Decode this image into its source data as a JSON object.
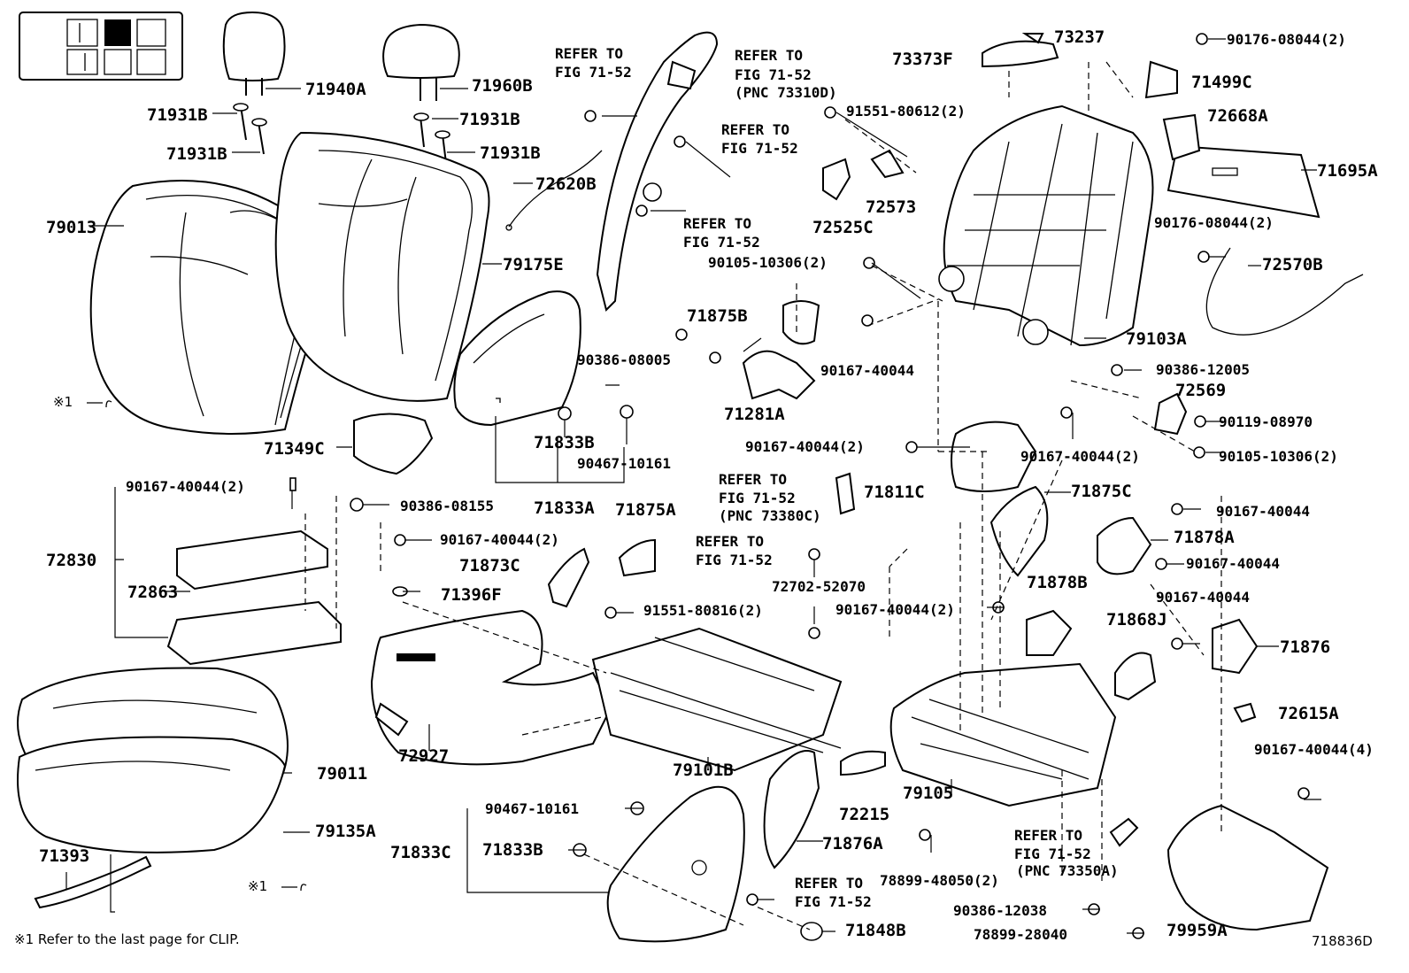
{
  "legend_box": {
    "filled_index": 2
  },
  "labels": {
    "p71940A": "71940A",
    "p71960B": "71960B",
    "p71931B_1": "71931B",
    "p71931B_2": "71931B",
    "p71931B_3": "71931B",
    "p71931B_4": "71931B",
    "p79013": "79013",
    "p79175E": "79175E",
    "p72620B": "72620B",
    "p71349C": "71349C",
    "p72830": "72830",
    "p72863": "72863",
    "p90167_40044_2a": "90167-40044(2)",
    "p90386_08155": "90386-08155",
    "p90167_40044_2b": "90167-40044(2)",
    "p71396F": "71396F",
    "p71873C": "71873C",
    "p71875A": "71875A",
    "p71833B_1": "71833B",
    "p90467_10161_1": "90467-10161",
    "p71833A": "71833A",
    "p90386_08005": "90386-08005",
    "p71875B": "71875B",
    "p90167_40044_a": "90167-40044",
    "p71281A": "71281A",
    "p91551_80816": "91551-80816(2)",
    "p72927": "72927",
    "p79101B": "79101B",
    "p79011": "79011",
    "p79135A": "79135A",
    "p71393": "71393",
    "p90467_10161_2": "90467-10161",
    "p71833C": "71833C",
    "p71833B_2": "71833B",
    "p71876A": "71876A",
    "p71848B": "71848B",
    "p72215": "72215",
    "p79105": "79105",
    "p78899_48050": "78899-48050(2)",
    "p90386_12038": "90386-12038",
    "p78899_28040": "78899-28040",
    "p79959A": "79959A",
    "p72615A": "72615A",
    "p90167_40044_4": "90167-40044(4)",
    "p71876": "71876",
    "p90167_40044_b": "90167-40044",
    "p71868J": "71868J",
    "p71878A": "71878A",
    "p90167_40044_c": "90167-40044",
    "p71878B": "71878B",
    "p90167_40044_2c": "90167-40044(2)",
    "p72702_52070": "72702-52070",
    "p71875C": "71875C",
    "p90167_40044_d": "90167-40044",
    "p71811C": "71811C",
    "p90167_40044_2d": "90167-40044(2)",
    "p90167_40044_2e": "90167-40044(2)",
    "p90105_10306_2a": "90105-10306(2)",
    "p90119_08970": "90119-08970",
    "p72569": "72569",
    "p90386_12005": "90386-12005",
    "p79103A": "79103A",
    "p72570B": "72570B",
    "p90176_08044_2a": "90176-08044(2)",
    "p71695A": "71695A",
    "p72668A": "72668A",
    "p71499C": "71499C",
    "p90176_08044_2b": "90176-08044(2)",
    "p73237": "73237",
    "p73373F": "73373F",
    "p91551_80612": "91551-80612(2)",
    "p72573": "72573",
    "p72525C": "72525C",
    "p90105_10306_2b": "90105-10306(2)"
  },
  "refer_notes": {
    "r1_l1": "REFER TO",
    "r1_l2": "FIG 71-52",
    "r2_l1": "REFER TO",
    "r2_l2": "FIG 71-52",
    "r2_l3": "(PNC 73310D)",
    "r3_l1": "REFER TO",
    "r3_l2": "FIG 71-52",
    "r4_l1": "REFER TO",
    "r4_l2": "FIG 71-52",
    "r5_l1": "REFER TO",
    "r5_l2": "FIG 71-52",
    "r5_l3": "(PNC 73380C)",
    "r6_l1": "REFER TO",
    "r6_l2": "FIG 71-52",
    "r7_l1": "REFER TO",
    "r7_l2": "FIG 71-52",
    "r7_l3": "(PNC 73350A)",
    "r8_l1": "REFER TO",
    "r8_l2": "FIG 71-52"
  },
  "clip_marks": {
    "mark1": "※1",
    "mark2": "※1"
  },
  "footer": {
    "note": "※1 Refer to the last page for CLIP.",
    "figure_code": "718836D"
  }
}
